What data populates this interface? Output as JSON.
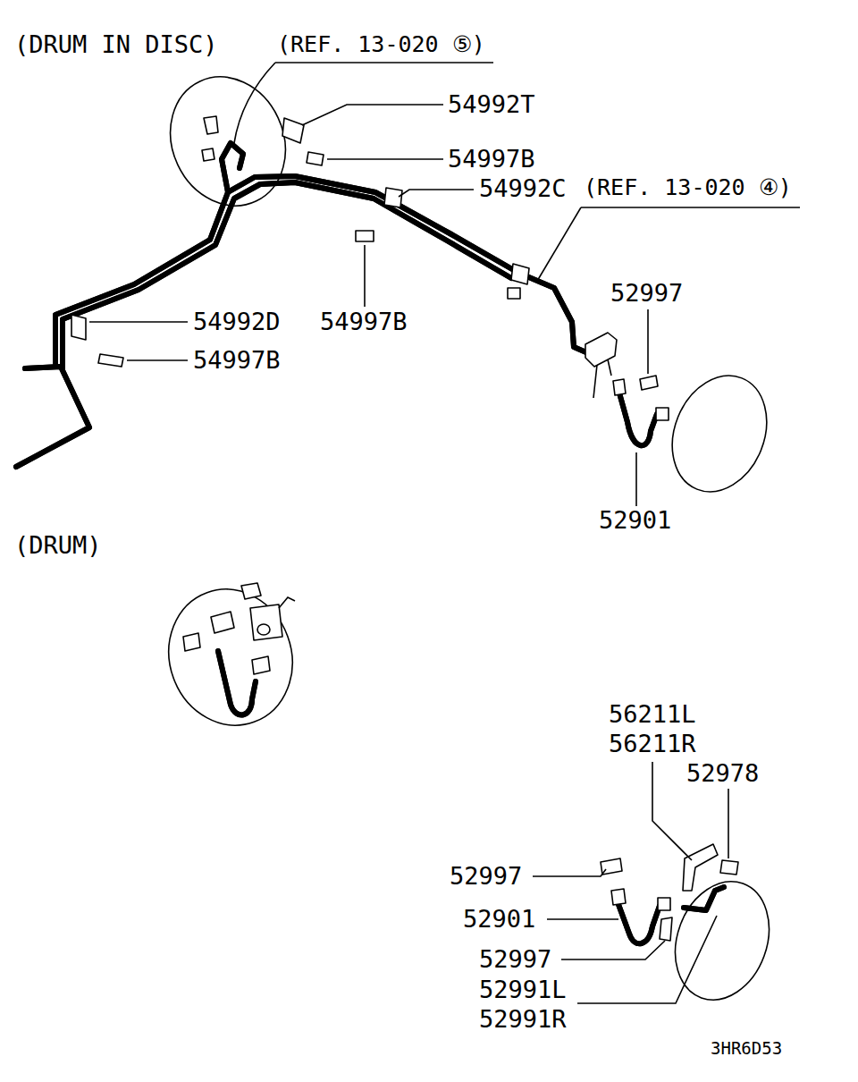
{
  "diagram": {
    "labels": [
      "(DRUM IN DISC)",
      "(REF. 13-020 ⑤)",
      "54992T",
      "54997B",
      "54992C",
      "(REF. 13-020 ④)",
      "54992D",
      "54997B",
      "54997B",
      "52997",
      "52901",
      "(DRUM)",
      "56211L",
      "56211R",
      "52978",
      "52997",
      "52901",
      "52997",
      "52991L",
      "52991R",
      "3HR6D53"
    ]
  }
}
